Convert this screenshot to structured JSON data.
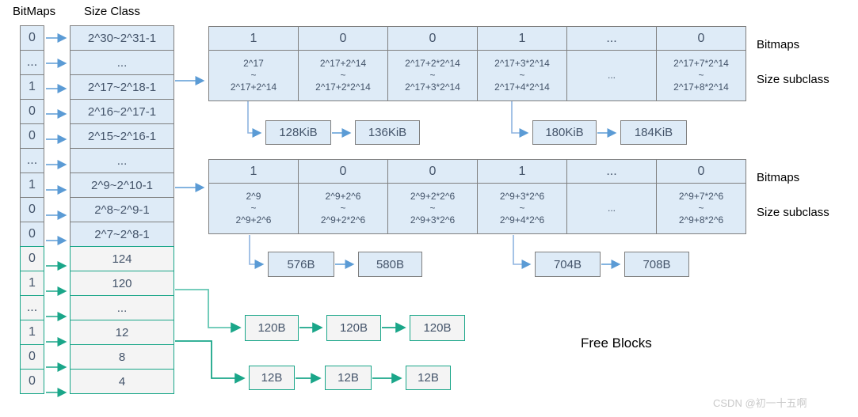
{
  "headers": {
    "bitmaps": "BitMaps",
    "size_class": "Size Class"
  },
  "left": {
    "rows": [
      {
        "bit": "0",
        "label": "2^30~2^31-1"
      },
      {
        "bit": "...",
        "label": "..."
      },
      {
        "bit": "1",
        "label": "2^17~2^18-1"
      },
      {
        "bit": "0",
        "label": "2^16~2^17-1"
      },
      {
        "bit": "0",
        "label": "2^15~2^16-1"
      },
      {
        "bit": "...",
        "label": "..."
      },
      {
        "bit": "1",
        "label": "2^9~2^10-1"
      },
      {
        "bit": "0",
        "label": "2^8~2^9-1"
      },
      {
        "bit": "0",
        "label": "2^7~2^8-1"
      },
      {
        "bit": "0",
        "label": "124"
      },
      {
        "bit": "1",
        "label": "120"
      },
      {
        "bit": "...",
        "label": "..."
      },
      {
        "bit": "1",
        "label": "12"
      },
      {
        "bit": "0",
        "label": "8"
      },
      {
        "bit": "0",
        "label": "4"
      }
    ]
  },
  "table1": {
    "bits": [
      "1",
      "0",
      "0",
      "1",
      "...",
      "0"
    ],
    "subclasses": [
      {
        "top": "2^17",
        "mid": "~",
        "bottom": "2^17+2^14"
      },
      {
        "top": "2^17+2^14",
        "mid": "~",
        "bottom": "2^17+2*2^14"
      },
      {
        "top": "2^17+2*2^14",
        "mid": "~",
        "bottom": "2^17+3*2^14"
      },
      {
        "top": "2^17+3*2^14",
        "mid": "~",
        "bottom": "2^17+4*2^14"
      },
      {
        "top": "",
        "mid": "...",
        "bottom": ""
      },
      {
        "top": "2^17+7*2^14",
        "mid": "~",
        "bottom": "2^17+8*2^14"
      }
    ],
    "label_bitmaps": "Bitmaps",
    "label_subclass": "Size subclass",
    "free_a": [
      "128KiB",
      "136KiB"
    ],
    "free_b": [
      "180KiB",
      "184KiB"
    ]
  },
  "table2": {
    "bits": [
      "1",
      "0",
      "0",
      "1",
      "...",
      "0"
    ],
    "subclasses": [
      {
        "top": "2^9",
        "mid": "~",
        "bottom": "2^9+2^6"
      },
      {
        "top": "2^9+2^6",
        "mid": "~",
        "bottom": "2^9+2*2^6"
      },
      {
        "top": "2^9+2*2^6",
        "mid": "~",
        "bottom": "2^9+3*2^6"
      },
      {
        "top": "2^9+3*2^6",
        "mid": "~",
        "bottom": "2^9+4*2^6"
      },
      {
        "top": "",
        "mid": "...",
        "bottom": ""
      },
      {
        "top": "2^9+7*2^6",
        "mid": "~",
        "bottom": "2^9+8*2^6"
      }
    ],
    "label_bitmaps": "Bitmaps",
    "label_subclass": "Size subclass",
    "free_a": [
      "576B",
      "580B"
    ],
    "free_b": [
      "704B",
      "708B"
    ]
  },
  "chains": {
    "chain_120": [
      "120B",
      "120B",
      "120B"
    ],
    "chain_12": [
      "12B",
      "12B",
      "12B"
    ],
    "free_blocks_label": "Free Blocks"
  },
  "watermark": "CSDN @初一十五啊",
  "colors": {
    "arrow_blue": "#5B9BD5",
    "arrow_light_blue": "#8EB4E0",
    "teal": "#1AA689",
    "light_teal": "#63C6B2",
    "box_border_gray": "#7F7F7F",
    "box_fill_blue": "#DEEBF7",
    "box_fill_gray": "#F4F4F4",
    "text_dark": "#44546A"
  }
}
